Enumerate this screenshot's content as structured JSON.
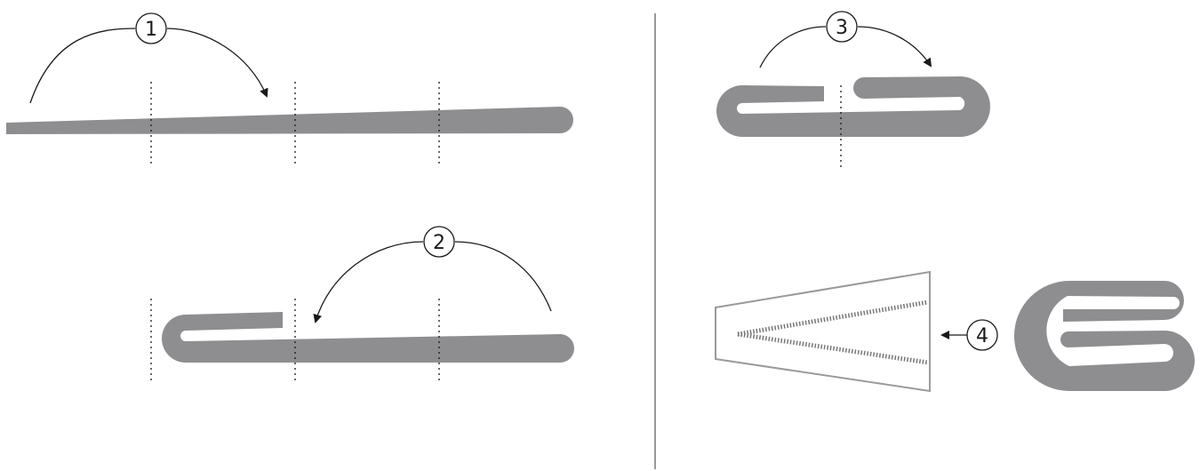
{
  "colors": {
    "strip": "#8e8e91",
    "line": "#1a1a1a",
    "guide": "#1a1a1a",
    "divider": "#333333",
    "funnel": "#9a9a9a"
  },
  "steps": [
    {
      "label": "1"
    },
    {
      "label": "2"
    },
    {
      "label": "3"
    },
    {
      "label": "4"
    }
  ]
}
